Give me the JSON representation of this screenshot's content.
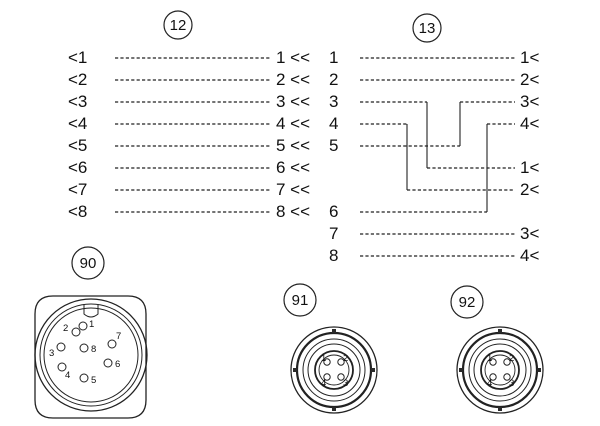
{
  "diagram12": {
    "label": "12",
    "left": [
      "<1",
      "<2",
      "<3",
      "<4",
      "<5",
      "<6",
      "<7",
      "<8"
    ],
    "right": [
      "1 <<",
      "2 <<",
      "3 <<",
      "4 <<",
      "5 <<",
      "6 <<",
      "7 <<",
      "8 <<"
    ]
  },
  "diagram13": {
    "label": "13",
    "left": [
      "1",
      "2",
      "3",
      "4",
      "5",
      "6",
      "7",
      "8"
    ],
    "right": [
      "1<",
      "2<",
      "3<",
      "4<",
      "1<",
      "2<",
      "3<",
      "4<"
    ]
  },
  "connectors": [
    {
      "label": "90",
      "pins": [
        "1",
        "2",
        "3",
        "4",
        "5",
        "6",
        "7",
        "8"
      ]
    },
    {
      "label": "91",
      "pins": [
        "1",
        "2",
        "3",
        "4"
      ]
    },
    {
      "label": "92",
      "pins": [
        "1",
        "2",
        "3",
        "4"
      ]
    }
  ]
}
